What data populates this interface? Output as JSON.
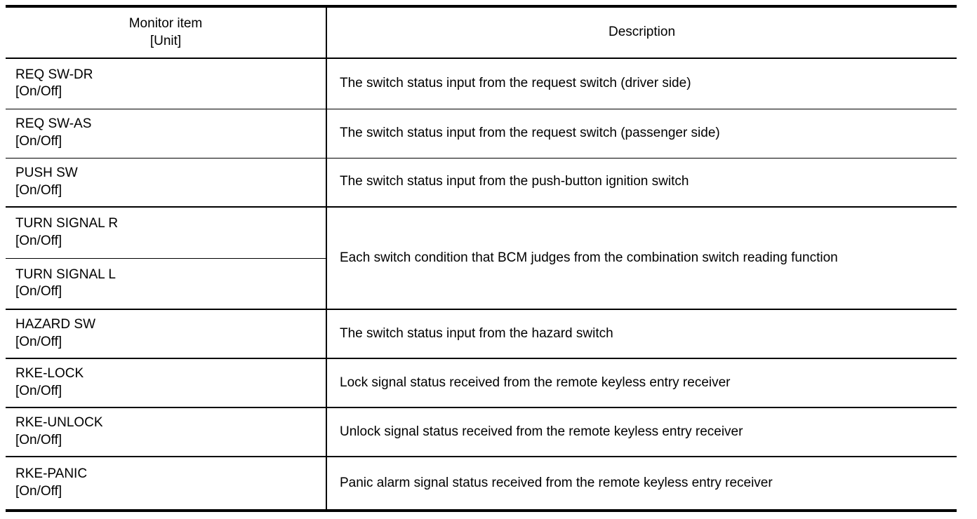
{
  "table": {
    "headers": {
      "item": {
        "line1": "Monitor item",
        "line2": "[Unit]"
      },
      "description": "Description"
    },
    "rows": [
      {
        "item": "REQ SW-DR",
        "unit": "[On/Off]",
        "description": "The switch status input from the request switch (driver side)"
      },
      {
        "item": "REQ SW-AS",
        "unit": "[On/Off]",
        "description": "The switch status input from the request switch (passenger side)"
      },
      {
        "item": "PUSH SW",
        "unit": "[On/Off]",
        "description": "The switch status input from the push-button ignition switch"
      },
      {
        "item": "TURN SIGNAL R",
        "unit": "[On/Off]",
        "description": "Each switch condition that BCM judges from the combination switch reading function"
      },
      {
        "item": "TURN SIGNAL L",
        "unit": "[On/Off]",
        "description": ""
      },
      {
        "item": "HAZARD SW",
        "unit": "[On/Off]",
        "description": "The switch status input from the hazard switch"
      },
      {
        "item": "RKE-LOCK",
        "unit": "[On/Off]",
        "description": "Lock signal status received from the remote keyless entry receiver"
      },
      {
        "item": "RKE-UNLOCK",
        "unit": "[On/Off]",
        "description": "Unlock signal status received from the remote keyless entry receiver"
      },
      {
        "item": "RKE-PANIC",
        "unit": "[On/Off]",
        "description": "Panic alarm signal status received from the remote keyless entry receiver"
      }
    ]
  },
  "colors": {
    "rule": "#000000",
    "text": "#000000",
    "background": "#ffffff"
  }
}
